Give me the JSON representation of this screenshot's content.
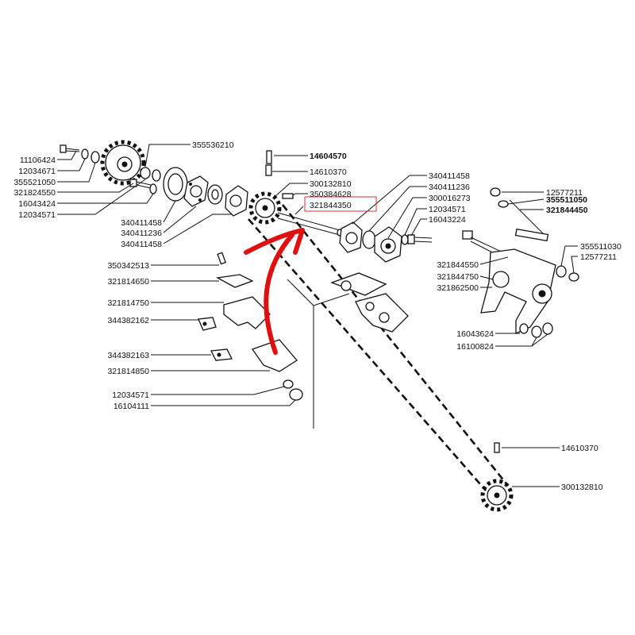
{
  "diagram": {
    "highlight_color": "#e03030",
    "arrow_color": "#e01010",
    "highlighted_label": "321844350",
    "labels": {
      "l_11106424": "11106424",
      "l_12034671": "12034671",
      "l_355521050": "355521050",
      "l_321824550": "321824550",
      "l_16043424": "16043424",
      "l_12034571_a": "12034571",
      "l_355536210": "355536210",
      "l_340411458_a": "340411458",
      "l_340411236_a": "340411236",
      "l_340411458_b": "340411458",
      "l_14604570": "14604570",
      "l_14610370_a": "14610370",
      "l_300132810_a": "300132810",
      "l_350384628": "350384628",
      "l_321844350": "321844350",
      "l_340411458_c": "340411458",
      "l_340411236_b": "340411236",
      "l_300016273": "300016273",
      "l_12034571_b": "12034571",
      "l_16043224": "16043224",
      "l_12577211_a": "12577211",
      "l_355511050": "355511050",
      "l_321844450": "321844450",
      "l_355511030": "355511030",
      "l_12577211_b": "12577211",
      "l_321844550": "321844550",
      "l_321844750": "321844750",
      "l_321862500": "321862500",
      "l_16043624": "16043624",
      "l_16100824": "16100824",
      "l_350342513": "350342513",
      "l_321814650": "321814650",
      "l_321814750": "321814750",
      "l_344382162": "344382162",
      "l_344382163": "344382163",
      "l_321814850": "321814850",
      "l_12034571_c": "12034571",
      "l_16104111": "16104111",
      "l_14610370_b": "14610370",
      "l_300132810_b": "300132810"
    }
  }
}
